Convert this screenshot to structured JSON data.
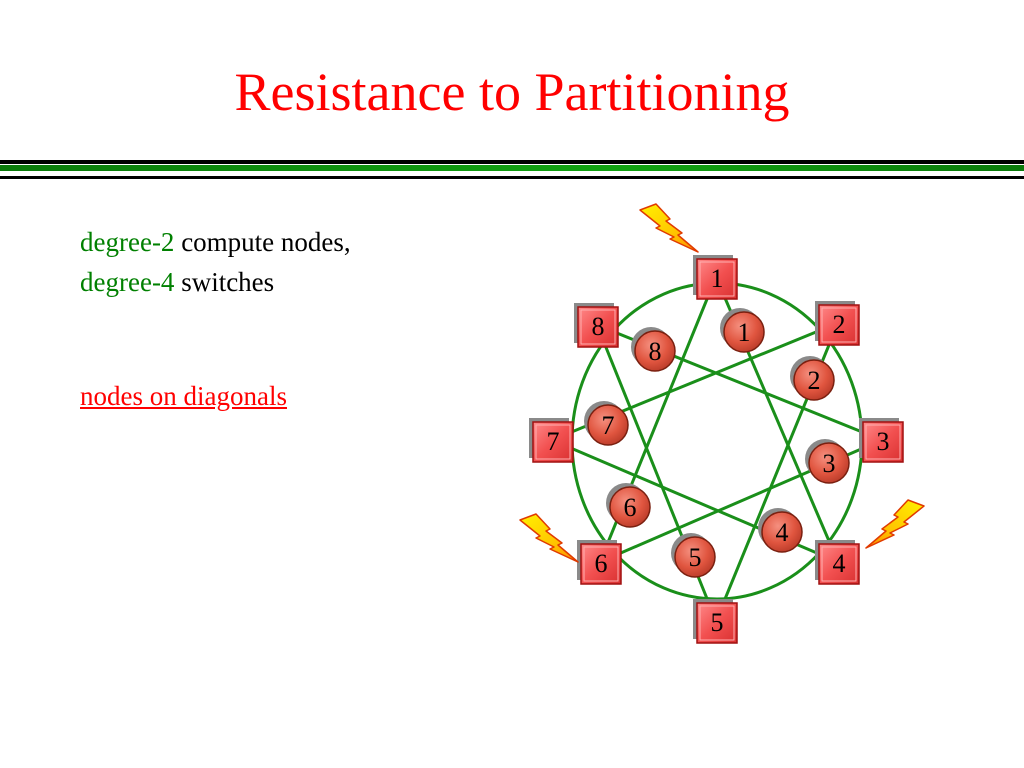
{
  "title": "Resistance to Partitioning",
  "text": {
    "line1": {
      "highlight": "degree-2",
      "rest": " compute nodes,"
    },
    "line2": {
      "highlight": "degree-4",
      "rest": " switches"
    },
    "link": "nodes on diagonals"
  },
  "colors": {
    "title": "#ff0000",
    "highlight": "#008000",
    "link": "#ff0000",
    "diagram_links": "#1a8f1a",
    "node_fill": "#f05a50"
  },
  "icons": {
    "failure_marker": "lightning-bolt-icon"
  },
  "diagram": {
    "switches": [
      "1",
      "2",
      "3",
      "4",
      "5",
      "6",
      "7",
      "8"
    ],
    "compute_nodes": [
      "1",
      "2",
      "3",
      "4",
      "5",
      "6",
      "7",
      "8"
    ]
  }
}
